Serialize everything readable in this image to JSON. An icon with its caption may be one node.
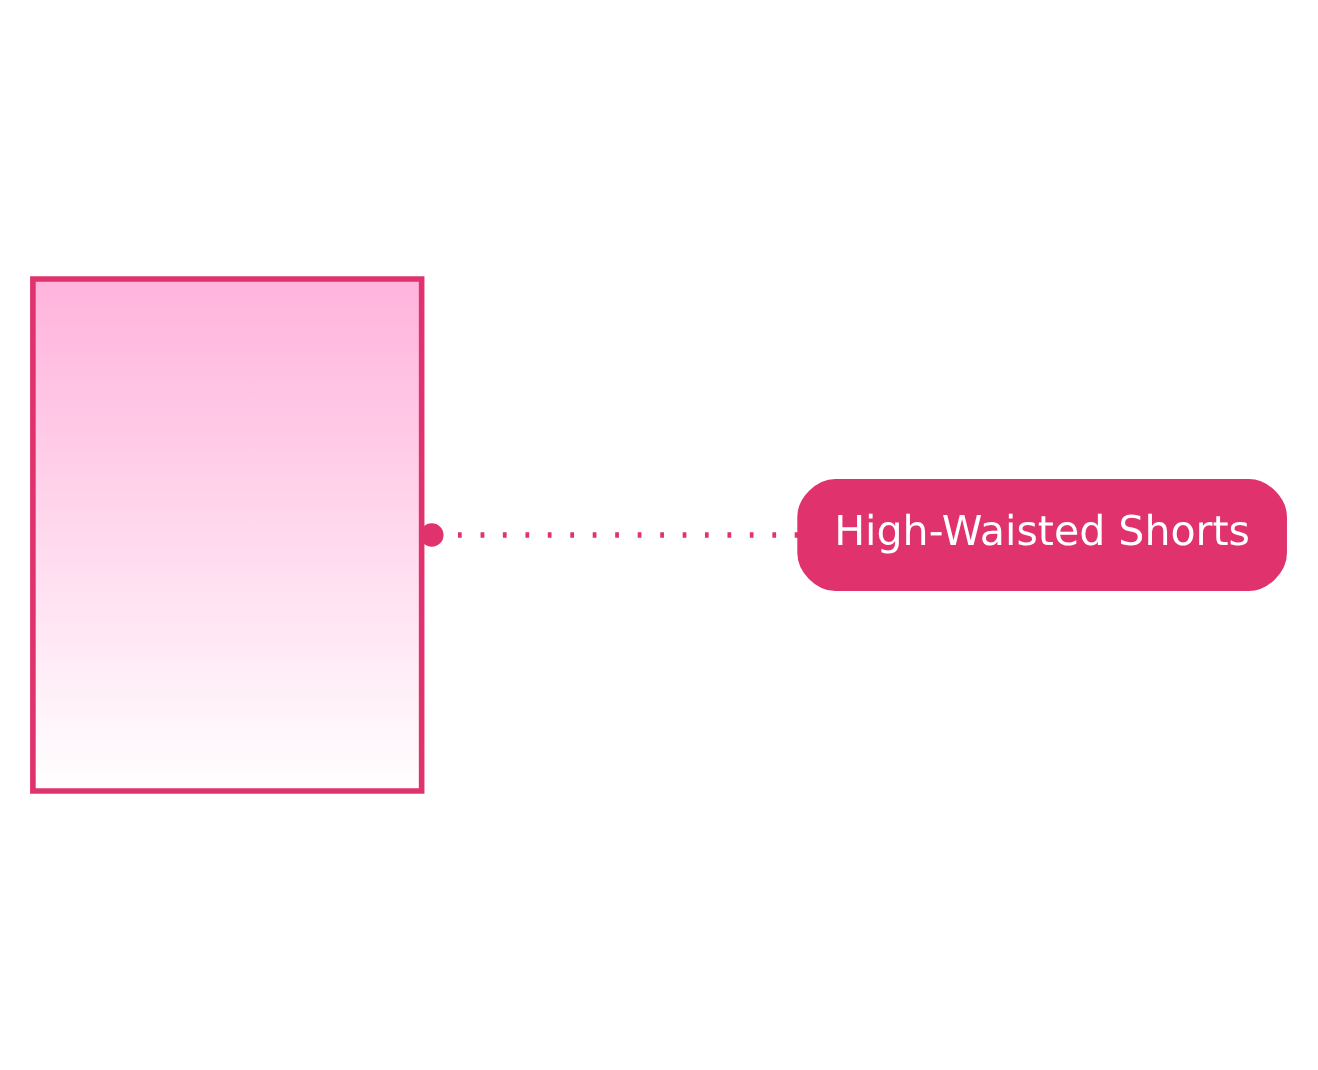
{
  "diagram": {
    "nodes": [
      {
        "text": [],
        "shape": "box"
      },
      {
        "text": [
          "High-Waisted Shorts"
        ]
      }
    ],
    "edges": [
      {
        "from": 1,
        "to": 0,
        "arrow": "other",
        "style": "dashed"
      }
    ]
  }
}
